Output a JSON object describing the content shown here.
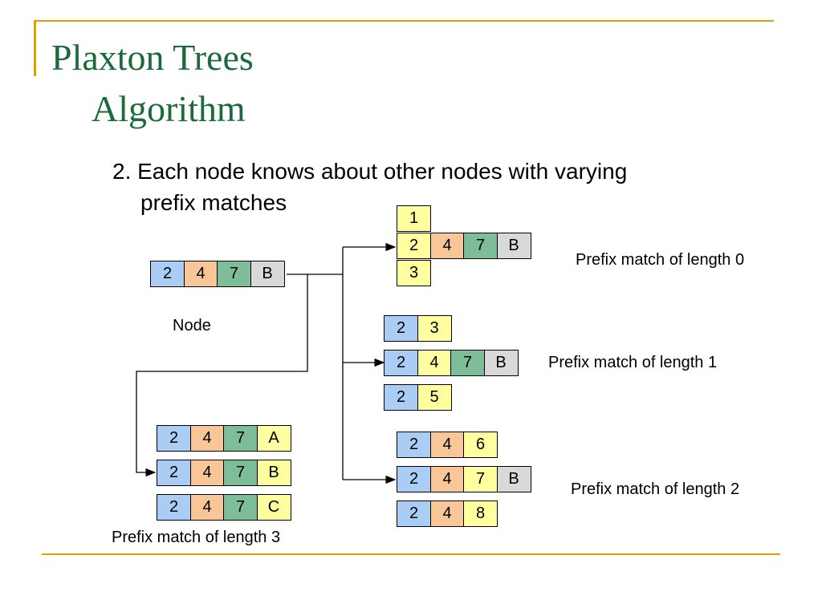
{
  "slide": {
    "title_line1": "Plaxton Trees",
    "title_line2": "Algorithm",
    "bullet_line1": "2. Each node knows about other nodes with varying",
    "bullet_line2": "prefix matches"
  },
  "colors": {
    "title": "#1a6b3a",
    "accent_rule": "#e0a100",
    "digit_2": "#a9cdf5",
    "digit_4": "#f8c697",
    "digit_7": "#7dbe98",
    "digit_B": "#d9d9d9",
    "other": "#ffff9f"
  },
  "diagram": {
    "node": {
      "cells": [
        "2",
        "4",
        "7",
        "B"
      ],
      "label": "Node"
    },
    "len0": {
      "top": [
        "1"
      ],
      "mid": [
        "2",
        "4",
        "7",
        "B"
      ],
      "bot": [
        "3"
      ],
      "label": "Prefix match of length 0"
    },
    "len1": {
      "top": [
        "2",
        "3"
      ],
      "mid": [
        "2",
        "4",
        "7",
        "B"
      ],
      "bot": [
        "2",
        "5"
      ],
      "label": "Prefix match of length 1"
    },
    "len2": {
      "top": [
        "2",
        "4",
        "6"
      ],
      "mid": [
        "2",
        "4",
        "7",
        "B"
      ],
      "bot": [
        "2",
        "4",
        "8"
      ],
      "label": "Prefix match of length 2"
    },
    "len3": {
      "top": [
        "2",
        "4",
        "7",
        "A"
      ],
      "mid": [
        "2",
        "4",
        "7",
        "B"
      ],
      "bot": [
        "2",
        "4",
        "7",
        "C"
      ],
      "label": "Prefix match of length 3"
    }
  }
}
